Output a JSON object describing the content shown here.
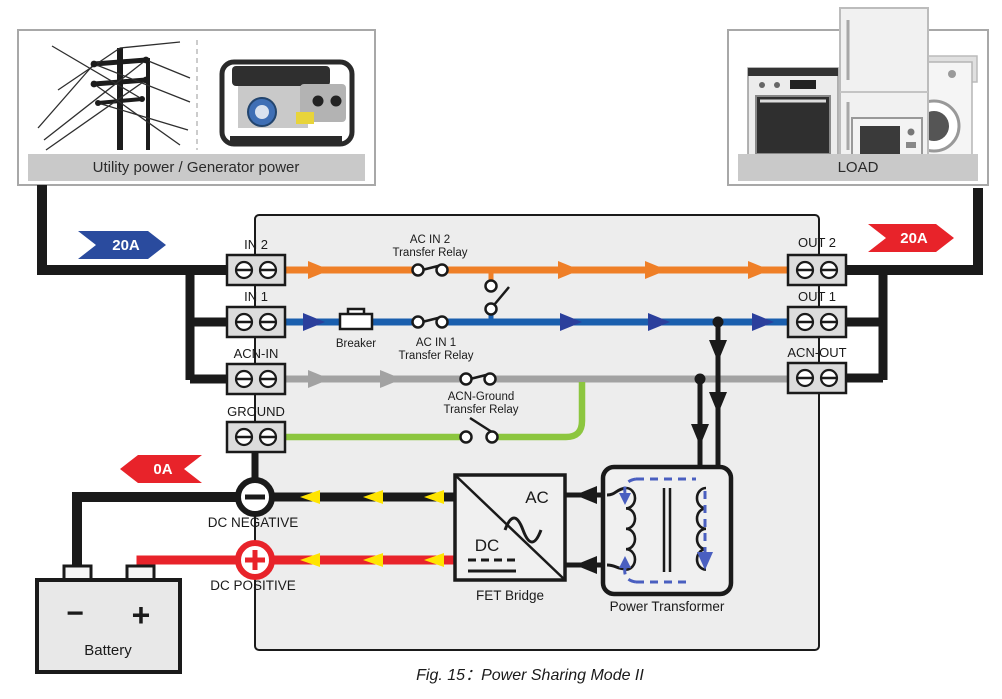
{
  "caption": "Fig. 15：Power Sharing Mode II",
  "utility_box": {
    "label": "Utility power / Generator power"
  },
  "load_box": {
    "label": "LOAD"
  },
  "badges": {
    "input": "20A",
    "output": "20A",
    "battery": "0A"
  },
  "terminals": {
    "in2": "IN 2",
    "in1": "IN 1",
    "acn_in": "ACN-IN",
    "ground": "GROUND",
    "out2": "OUT 2",
    "out1": "OUT 1",
    "acn_out": "ACN-OUT"
  },
  "labels": {
    "breaker": "Breaker",
    "relay_in2_l1": "AC IN 2",
    "relay_in2_l2": "Transfer Relay",
    "relay_in1_l1": "AC IN 1",
    "relay_in1_l2": "Transfer Relay",
    "relay_acn_l1": "ACN-Ground",
    "relay_acn_l2": "Transfer Relay",
    "fet_bridge": "FET Bridge",
    "fet_ac": "AC",
    "fet_dc": "DC",
    "transformer": "Power Transformer",
    "dc_negative": "DC NEGATIVE",
    "dc_positive": "DC POSITIVE",
    "battery": "Battery",
    "minus": "−",
    "plus": "+"
  },
  "colors": {
    "orange": "#EF7F27",
    "blue_line": "#1A5FAE",
    "blue_arrow": "#2B3F9C",
    "gray_line": "#A2A2A2",
    "green": "#8CC63F",
    "wire_black": "#1A1A1A",
    "red": "#E8232A",
    "yellow": "#FFE400",
    "badge_blue": "#2A4B9E",
    "dashed_blue": "#4A5FC0",
    "enclosure_fill": "#EDEDED",
    "component_fill": "#F0F0F0",
    "caption_bar": "#C9C9C9",
    "terminal_fill": "#DCDCDC"
  }
}
